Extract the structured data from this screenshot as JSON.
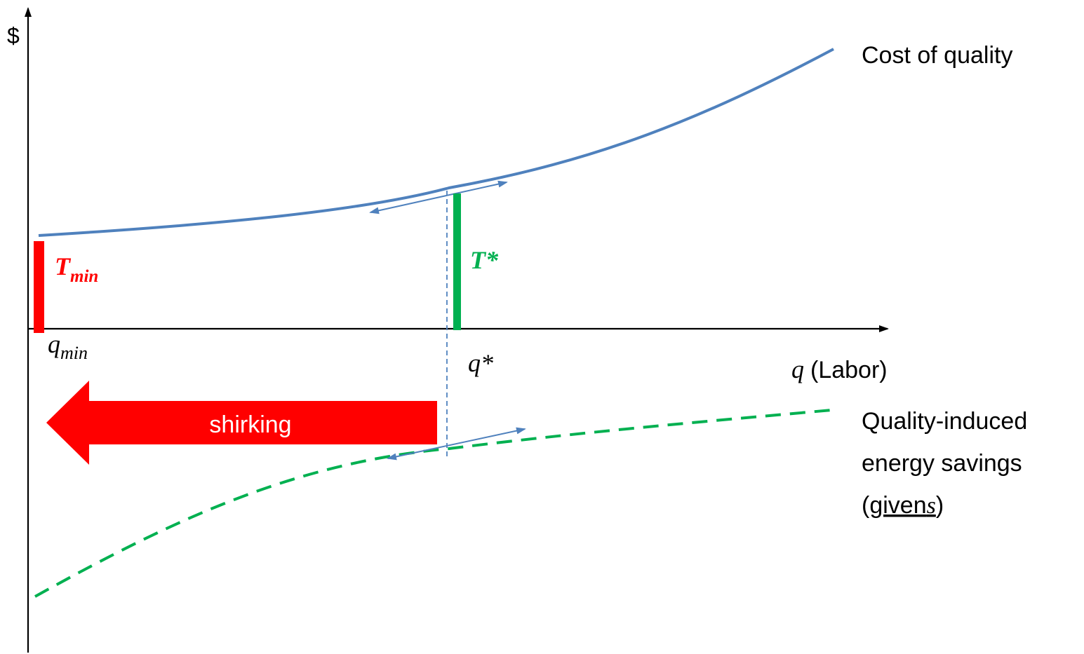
{
  "axes": {
    "y_label": "$",
    "x_label_var": "q",
    "x_label_text": "(Labor)"
  },
  "curves": {
    "cost_label": "Cost of quality",
    "savings_label_line1": "Quality-induced",
    "savings_label_line2": "energy savings",
    "savings_label_line3_open": "(",
    "savings_label_line3_given": "given",
    "savings_label_line3_var": "s",
    "savings_label_line3_close": ")"
  },
  "markers": {
    "t_min_main": "T",
    "t_min_sub": "min",
    "t_star": "T*",
    "q_min_main": "q",
    "q_min_sub": "min",
    "q_star": "q*"
  },
  "arrow_label": "shirking",
  "colors": {
    "cost_curve": "#4f81bd",
    "savings_curve": "#00b050",
    "t_min": "#ff0000",
    "t_star": "#00b050",
    "shirking_arrow": "#ff0000",
    "axis": "#000000"
  }
}
